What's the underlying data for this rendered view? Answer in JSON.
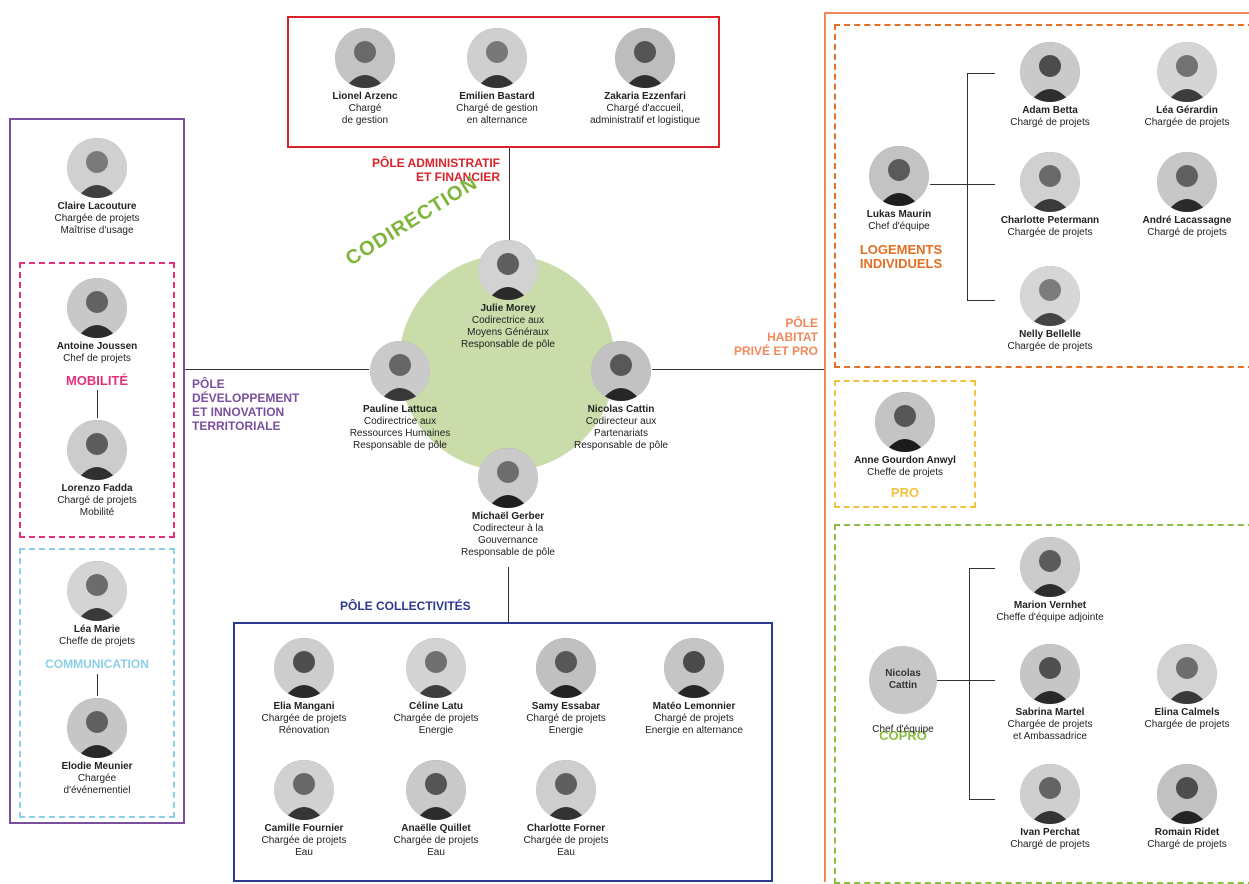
{
  "colors": {
    "admin": "#d9232a",
    "collectivites": "#2b3a8c",
    "developpement": "#7b4fa0",
    "habitat": "#f08a5d",
    "logements": "#e26f22",
    "pro": "#f5c240",
    "copro": "#8cbf3f",
    "mobilite": "#e0317a",
    "communication": "#8ccfe7",
    "codirection_circle": "#c9dcaa",
    "codirection_text": "#7fb53a"
  },
  "labels": {
    "admin": "PÔLE ADMINISTRATIF\nET FINANCIER",
    "codirection": "CODIRECTION",
    "developpement": "PÔLE\nDÉVELOPPEMENT\nET INNOVATION\nTERRITORIALE",
    "habitat": "PÔLE\nHABITAT\nPRIVÉ ET PRO",
    "collectivites": "PÔLE COLLECTIVITÉS",
    "mobilite": "MOBILITÉ",
    "communication": "COMMUNICATION",
    "logements": "LOGEMENTS\nINDIVIDUELS",
    "pro": "PRO",
    "copro": "COPRO"
  },
  "admin": [
    {
      "name": "Lionel Arzenc",
      "role": "Chargé\nde gestion"
    },
    {
      "name": "Emilien Bastard",
      "role": "Chargé de gestion\nen alternance"
    },
    {
      "name": "Zakaria Ezzenfari",
      "role": "Chargé d'accueil,\nadministratif et logistique"
    }
  ],
  "codirection": [
    {
      "name": "Julie Morey",
      "role": "Codirectrice aux\nMoyens Généraux\nResponsable de pôle"
    },
    {
      "name": "Pauline Lattuca",
      "role": "Codirectrice aux\nRessources Humaines\nResponsable de pôle"
    },
    {
      "name": "Nicolas Cattin",
      "role": "Codirecteur aux\nPartenariats\nResponsable de pôle"
    },
    {
      "name": "Michaël Gerber",
      "role": "Codirecteur à la\nGouvernance\nResponsable de pôle"
    }
  ],
  "developpement": {
    "head": {
      "name": "Claire Lacouture",
      "role": "Chargée de projets\nMaîtrise d'usage"
    },
    "mobilite": [
      {
        "name": "Antoine Joussen",
        "role": "Chef de projets"
      },
      {
        "name": "Lorenzo Fadda",
        "role": "Chargé de projets\nMobilité"
      }
    ],
    "communication": [
      {
        "name": "Léa Marie",
        "role": "Cheffe de projets"
      },
      {
        "name": "Elodie Meunier",
        "role": "Chargée\nd'événementiel"
      }
    ]
  },
  "collectivites": [
    {
      "name": "Elia Mangani",
      "role": "Chargée de projets\nRénovation"
    },
    {
      "name": "Céline Latu",
      "role": "Chargée de projets\nEnergie"
    },
    {
      "name": "Samy Essabar",
      "role": "Chargé de projets\nEnergie"
    },
    {
      "name": "Matéo Lemonnier",
      "role": "Chargé de projets\nEnergie en alternance"
    },
    {
      "name": "Camille Fournier",
      "role": "Chargée de projets\nEau"
    },
    {
      "name": "Anaëlle Quillet",
      "role": "Chargée de projets\nEau"
    },
    {
      "name": "Charlotte Forner",
      "role": "Chargée de projets\nEau"
    }
  ],
  "logements": {
    "head": {
      "name": "Lukas Maurin",
      "role": "Chef d'équipe"
    },
    "members": [
      {
        "name": "Adam Betta",
        "role": "Chargé de projets"
      },
      {
        "name": "Léa Gérardin",
        "role": "Chargée de projets"
      },
      {
        "name": "Charlotte Petermann",
        "role": "Chargée de projets"
      },
      {
        "name": "André Lacassagne",
        "role": "Chargé de projets"
      },
      {
        "name": "Nelly Bellelle",
        "role": "Chargée de projets"
      }
    ]
  },
  "pro": {
    "name": "Anne Gourdon Anwyl",
    "role": "Cheffe de projets"
  },
  "copro": {
    "head": {
      "name": "Nicolas\nCattin",
      "role": "Chef d'équipe"
    },
    "members": [
      {
        "name": "Marion Vernhet",
        "role": "Cheffe d'équipe adjointe"
      },
      {
        "name": "Sabrina Martel",
        "role": "Chargée de projets\net Ambassadrice"
      },
      {
        "name": "Elina Calmels",
        "role": "Chargée de projets"
      },
      {
        "name": "Ivan Perchat",
        "role": "Chargé de projets"
      },
      {
        "name": "Romain Ridet",
        "role": "Chargé de projets"
      }
    ]
  }
}
